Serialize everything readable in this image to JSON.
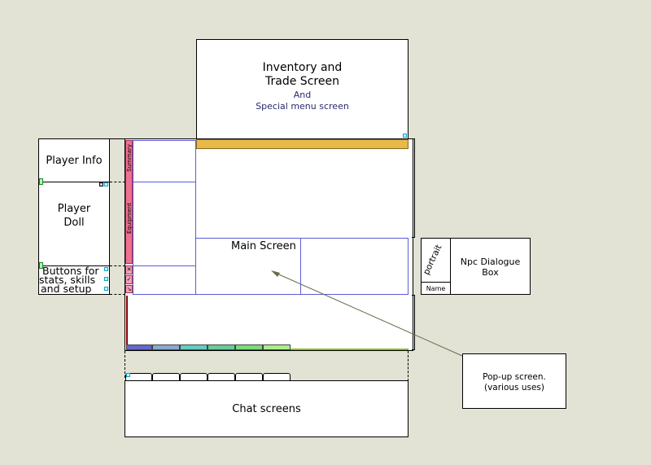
{
  "inventory": {
    "line1": "Inventory and",
    "line2": "Trade Screen",
    "line3": "And",
    "line4": "Special menu screen"
  },
  "player_info": {
    "label": "Player Info"
  },
  "player_doll": {
    "line1": "Player",
    "line2": "Doll"
  },
  "buttons": {
    "line1": "Buttons for",
    "line2": "stats, skills",
    "line3": "and setup"
  },
  "side_tabs": {
    "summary": "Summary",
    "equipment": "Equipment"
  },
  "main_screen": {
    "label": "Main Screen"
  },
  "npc_dialogue": {
    "portrait": "portrait",
    "name": "Name",
    "line1": "Npc Dialogue",
    "line2": "Box"
  },
  "popup": {
    "line1": "Pop-up screen.",
    "line2": "(various uses)"
  },
  "chat": {
    "label": "Chat screens"
  },
  "colors": {
    "summary_tab": "#f07090",
    "top_bar": "#e8b84a",
    "pane_border": "#5c5cd8",
    "bottom_tabs": [
      "#6666cc",
      "#88aacc",
      "#66ccc0",
      "#66cc99",
      "#77dd77",
      "#aaee88"
    ]
  }
}
